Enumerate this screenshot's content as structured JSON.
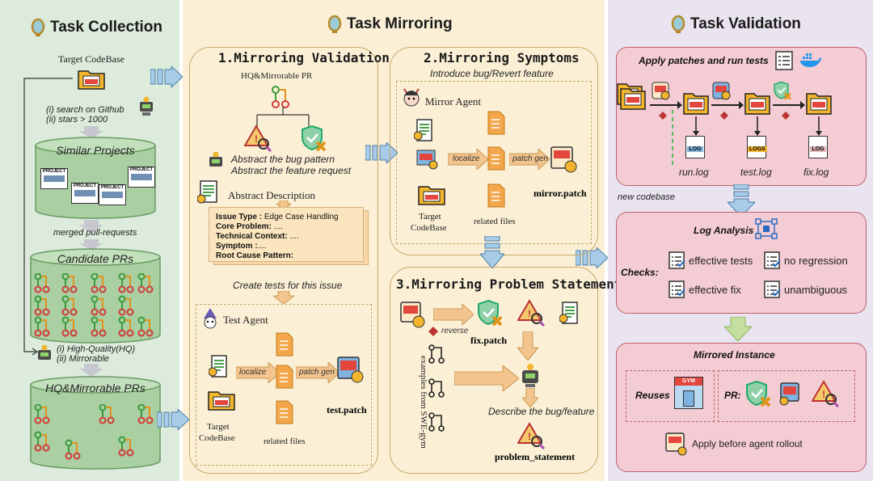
{
  "panels": {
    "collection": {
      "title": "Task Collection"
    },
    "mirroring": {
      "title": "Task Mirroring"
    },
    "validation": {
      "title": "Task Validation"
    }
  },
  "collection": {
    "target_codebase": "Target CodeBase",
    "search_1": "(i) search on Github",
    "search_2": "(ii) stars > 1000",
    "similar_projects": "Similar Projects",
    "project_label": "PROJECT",
    "merged_prs": "merged pull-requests",
    "candidate_prs": "Candidate PRs",
    "filter_1": "(i) High-Quality(HQ)",
    "filter_2": "(ii) Mirrorable",
    "hq_prs": "HQ&Mirrorable PRs"
  },
  "mirroring_validation": {
    "title": "1.Mirroring Validation",
    "hq_pr": "HQ&Mirrorable PR",
    "abstract_bug": "Abstract the bug pattern",
    "abstract_feature": "Abstract the feature request",
    "abstract_description": "Abstract Description",
    "desc_lines": [
      {
        "key": "Issue Type :",
        "val": " Edge Case Handling"
      },
      {
        "key": "Core Problem:",
        "val": " ...."
      },
      {
        "key": "Technical Context:",
        "val": " ...."
      },
      {
        "key": "Symptom :",
        "val": "...."
      },
      {
        "key": "Root Cause Pattern:",
        "val": ""
      }
    ],
    "create_tests": "Create tests for this issue",
    "test_agent": "Test Agent",
    "target_codebase_1": "Target",
    "target_codebase_2": "CodeBase",
    "localize": "localize",
    "patch_gen": "patch gen",
    "related_files": "related files",
    "test_patch": "test.patch"
  },
  "mirroring_symptoms": {
    "title": "2.Mirroring Symptoms",
    "introduce": "Introduce bug/Revert feature",
    "mirror_agent": "Mirror Agent",
    "localize": "localize",
    "patch_gen": "patch gen",
    "mirror_patch": "mirror.patch",
    "target_codebase_1": "Target",
    "target_codebase_2": "CodeBase",
    "related_files": "related files"
  },
  "problem_statement": {
    "title": "3.Mirroring Problem Statement",
    "reverse": "reverse",
    "fix_patch": "fix.patch",
    "examples": "examples from SWE-gym",
    "describe": "Describe the bug/feature",
    "output": "problem_statement"
  },
  "validation": {
    "apply_patches": "Apply patches and run tests",
    "logs_badge": "LOGS",
    "log_badge": "LOG",
    "run_log": "run.log",
    "test_log": "test.log",
    "fix_log": "fix.log",
    "new_codebase": "new codebase",
    "log_analysis": "Log Analysis",
    "checks": "Checks:",
    "check_items": [
      "effective tests",
      "no regression",
      "effective fix",
      "unambiguous"
    ],
    "mirrored_instance": "Mirrored Instance",
    "reuses": "Reuses",
    "gym": "GYM",
    "pr": "PR:",
    "apply_before": "Apply before agent rollout"
  },
  "colors": {
    "collection_bg": "#dcebdc",
    "mirroring_bg": "#fbf0d6",
    "validation_bg": "#e9e4f0",
    "pink_box": "#f4ccd3",
    "pink_border": "#c0626f",
    "cyl_green": "#a9cfa2",
    "pr_red": "#d33a3a",
    "pr_green": "#3c9b3c",
    "pr_orange": "#e0931b",
    "blue_arrow": "#a8cce8",
    "tan_arrow": "#f4c48e",
    "green_arrow": "#c5dfa0"
  }
}
